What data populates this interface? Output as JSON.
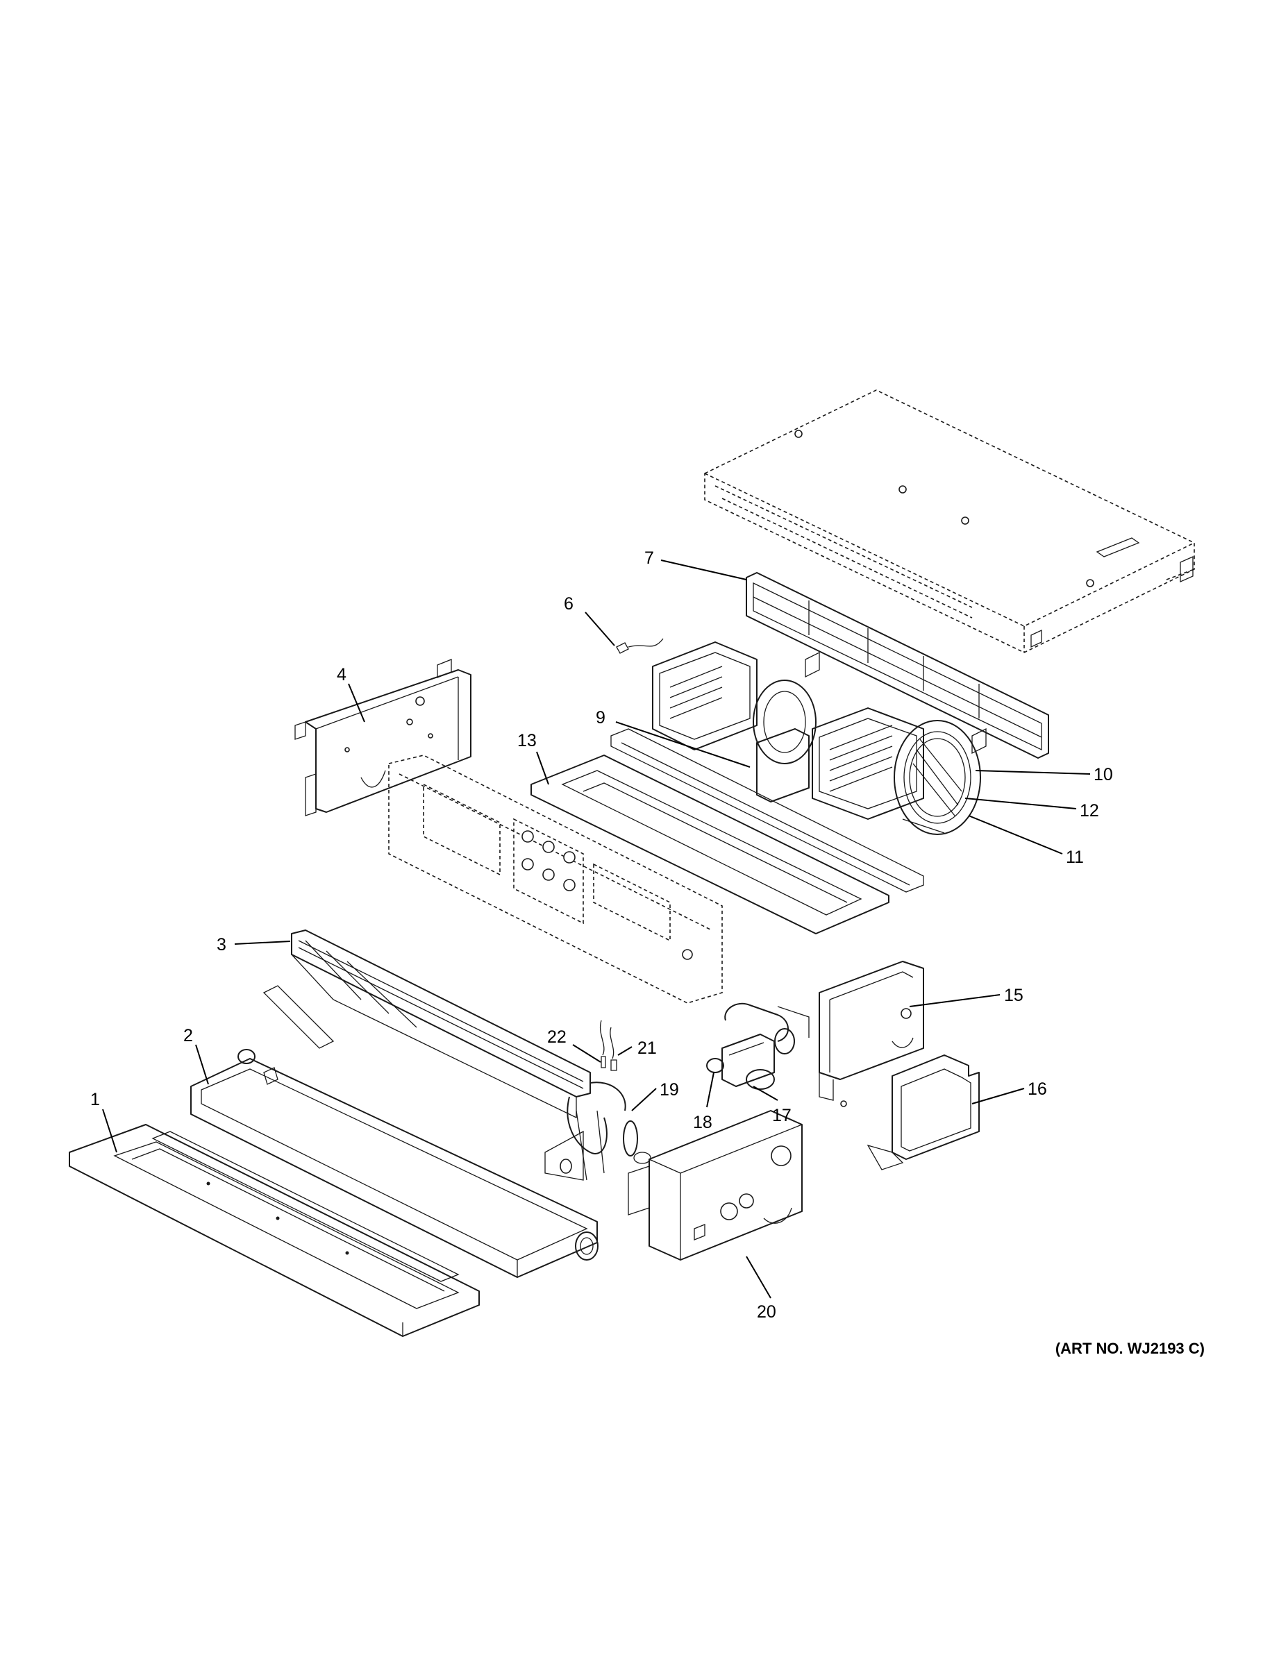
{
  "art_number": "(ART NO. WJ2193 C)",
  "callouts": {
    "c1": "1",
    "c2": "2",
    "c3": "3",
    "c4": "4",
    "c6": "6",
    "c7": "7",
    "c9": "9",
    "c10": "10",
    "c11": "11",
    "c12": "12",
    "c13": "13",
    "c15": "15",
    "c16": "16",
    "c17": "17",
    "c18": "18",
    "c19": "19",
    "c20": "20",
    "c21": "21",
    "c22": "22"
  }
}
